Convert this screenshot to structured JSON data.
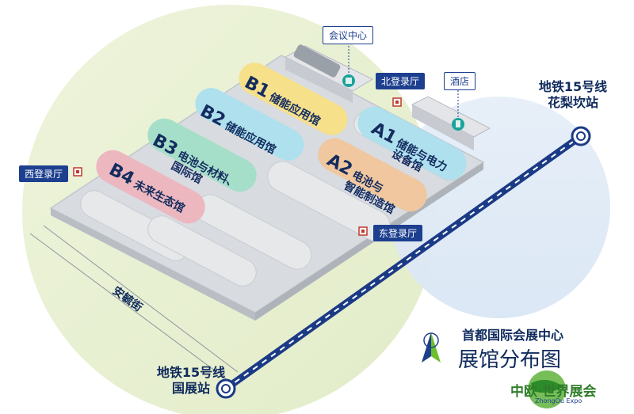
{
  "title": {
    "line1": "首都国际会展中心",
    "line2": "展馆分布图"
  },
  "halls": [
    {
      "code": "B1",
      "name": "储能应用馆",
      "color": "#f6e08a"
    },
    {
      "code": "B2",
      "name": "储能应用馆",
      "color": "#aee0ee"
    },
    {
      "code": "B3",
      "name": "电池与材料、国际馆",
      "name_line1": "电池与材料、",
      "name_line2": "国际馆",
      "color": "#a6dfc9"
    },
    {
      "code": "B4",
      "name": "未来生态馆",
      "color": "#ecb7bf"
    },
    {
      "code": "A1",
      "name": "储能与电力设备馆",
      "name_line1": "储能与电力",
      "name_line2": "设备馆",
      "color": "#aee0ee"
    },
    {
      "code": "A2",
      "name": "电池与智能制造馆",
      "name_line1": "电池与",
      "name_line2": "智能制造馆",
      "color": "#f0c79e"
    }
  ],
  "entrances": {
    "north": "北登录厅",
    "west": "西登录厅",
    "east": "东登录厅"
  },
  "facilities": {
    "conference": "会议中心",
    "hotel": "酒店"
  },
  "road": "安毓街",
  "metro": {
    "station_north": {
      "line": "地铁15号线",
      "name": "花梨坎站"
    },
    "station_south": {
      "line": "地铁15号线",
      "name": "国展站"
    }
  },
  "logo": {
    "text": "中欧·世界展会",
    "sub": "ZhongOu Expo"
  },
  "colors": {
    "metro_line": "#1b3a86",
    "label_blue": "#1d3f8f",
    "bg_green": "#e5efcf",
    "bg_blue": "#deeaf6"
  }
}
